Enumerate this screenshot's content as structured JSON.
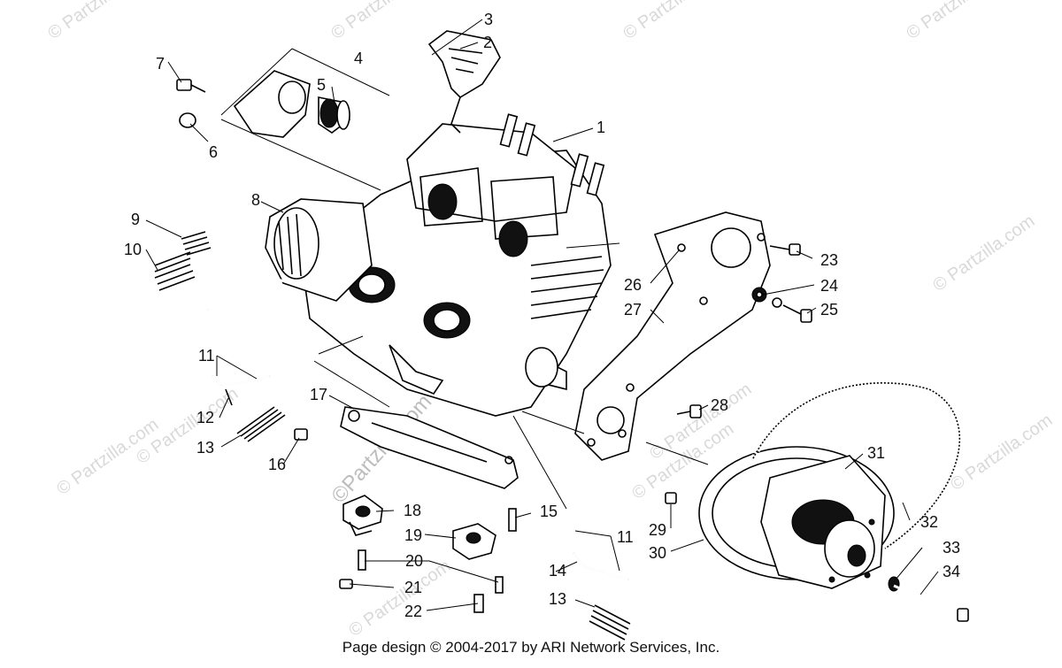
{
  "watermarks": [
    "© Partzilla.com",
    "© Partzilla.com",
    "© Partzilla.com",
    "© Partzilla.com",
    "© Partzilla.com",
    "© Partzilla.com",
    "© Partzilla.com",
    "© Partzilla.com",
    "© Partzilla.com",
    "© Partzilla.com",
    "© Partzilla.com"
  ],
  "diagonal_watermark": "©Partzilla.com",
  "callouts": [
    "1",
    "2",
    "3",
    "4",
    "5",
    "6",
    "7",
    "8",
    "9",
    "10",
    "11",
    "11",
    "12",
    "13",
    "13",
    "14",
    "15",
    "16",
    "17",
    "18",
    "19",
    "20",
    "21",
    "22",
    "23",
    "24",
    "25",
    "26",
    "27",
    "28",
    "29",
    "30",
    "31",
    "32",
    "33",
    "34"
  ],
  "footer": "Page design © 2004-2017 by ARI Network Services, Inc."
}
